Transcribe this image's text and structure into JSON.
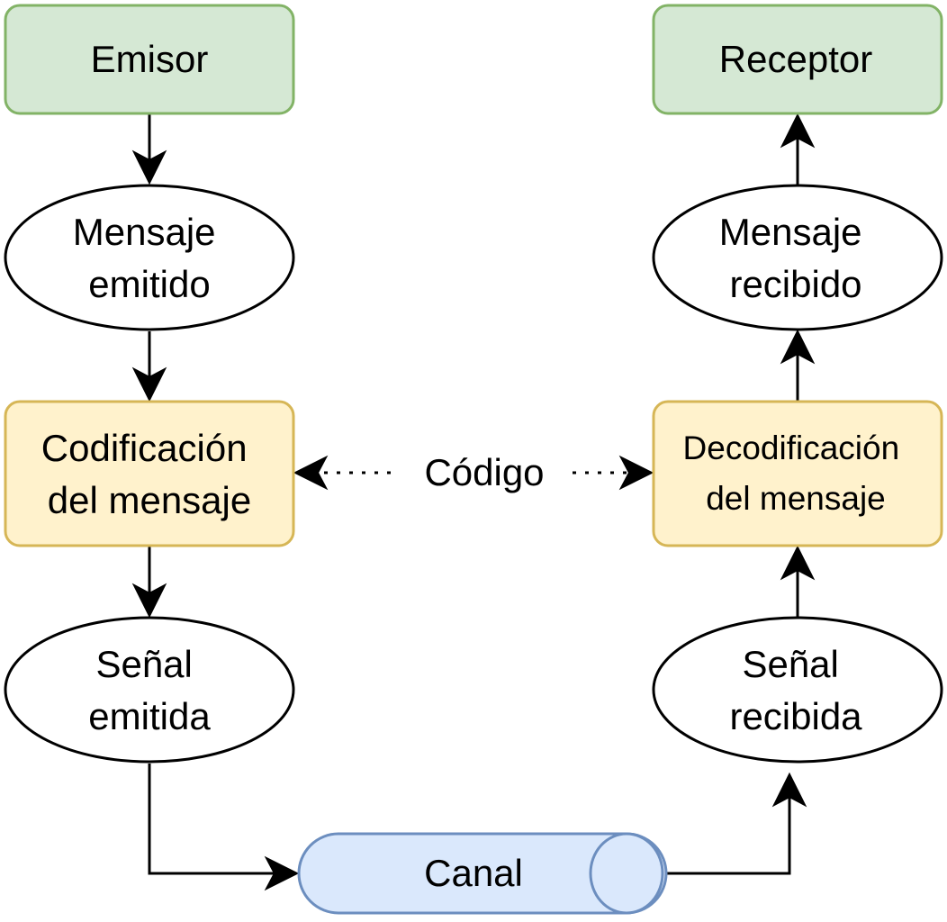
{
  "nodes": {
    "emisor": {
      "lines": [
        "Emisor"
      ]
    },
    "mensaje_emitido": {
      "lines": [
        "Mensaje",
        "emitido"
      ]
    },
    "codificacion": {
      "lines": [
        "Codificación",
        "del mensaje"
      ]
    },
    "senal_emitida": {
      "lines": [
        "Señal",
        "emitida"
      ]
    },
    "canal": {
      "lines": [
        "Canal"
      ]
    },
    "senal_recibida": {
      "lines": [
        "Señal",
        "recibida"
      ]
    },
    "decodificacion": {
      "lines": [
        "Decodificación",
        "del mensaje"
      ]
    },
    "mensaje_recibido": {
      "lines": [
        "Mensaje",
        "recibido"
      ]
    },
    "receptor": {
      "lines": [
        "Receptor"
      ]
    }
  },
  "edges": {
    "codigo_label": "Código"
  },
  "colors": {
    "green_fill": "#d5e8d4",
    "green_stroke": "#82b366",
    "yellow_fill": "#fff2cc",
    "yellow_stroke": "#d6b656",
    "blue_fill": "#dae8fc",
    "blue_stroke": "#6c8ebf",
    "line": "#000000"
  }
}
